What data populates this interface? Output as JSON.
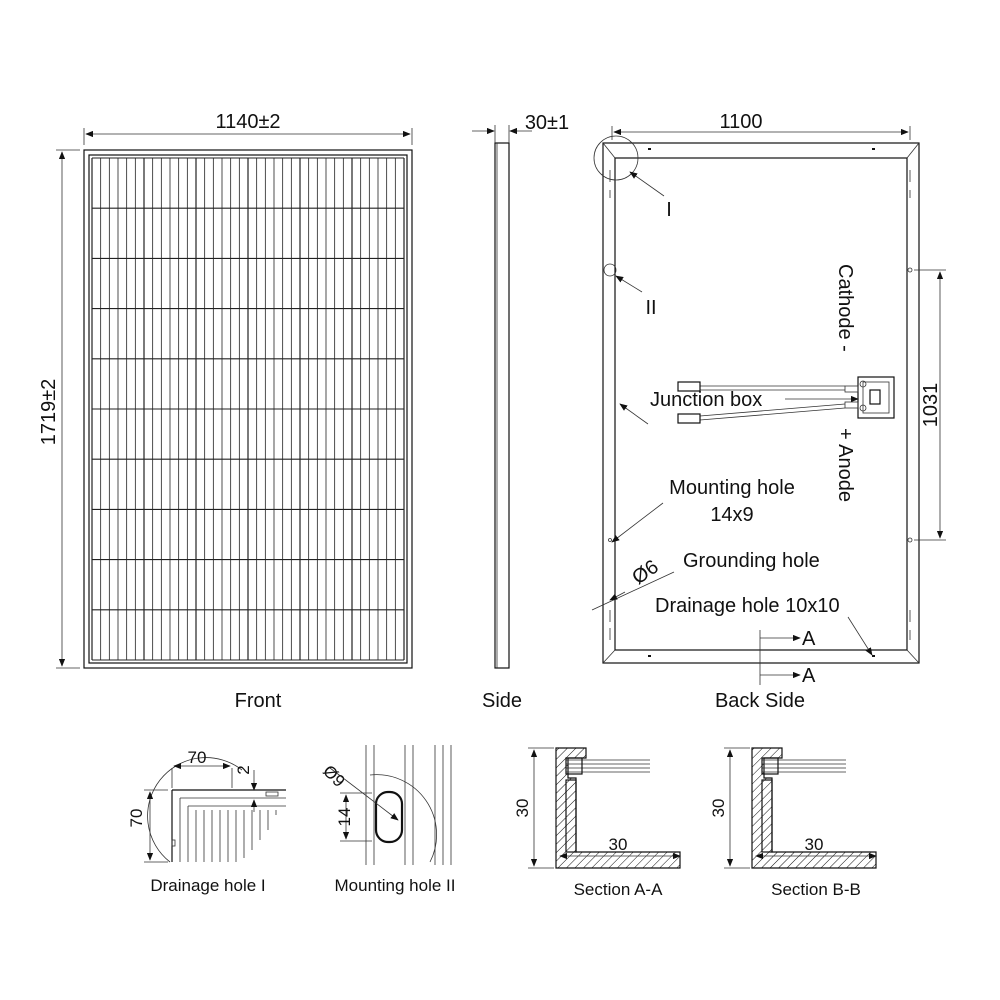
{
  "dimensions": {
    "front_width": "1140±2",
    "front_height": "1719±2",
    "side_thickness": "30±1",
    "back_width": "1100",
    "mount_spacing": "1031"
  },
  "views": {
    "front": "Front",
    "side": "Side",
    "back": "Back Side"
  },
  "callouts": {
    "detail_1": "I",
    "detail_2": "II",
    "cathode": "Cathode -",
    "anode": "+ Anode",
    "junction_box": "Junction box",
    "mounting_hole": "Mounting hole",
    "mounting_hole_size": "14x9",
    "grounding_hole_dia": "Ø6",
    "grounding_hole": "Grounding hole",
    "drainage_hole": "Drainage hole 10x10",
    "section_mark_a1": "A",
    "section_mark_a2": "A"
  },
  "details": {
    "drainage_title": "Drainage hole I",
    "drainage_dim_w": "70",
    "drainage_dim_h": "70",
    "drainage_dim_gap": "2",
    "mounting_title": "Mounting hole II",
    "mounting_dia": "Ø9",
    "mounting_h": "14",
    "section_aa_title": "Section A-A",
    "section_aa_h": "30",
    "section_aa_w": "30",
    "section_bb_title": "Section B-B",
    "section_bb_h": "30",
    "section_bb_w": "30"
  }
}
